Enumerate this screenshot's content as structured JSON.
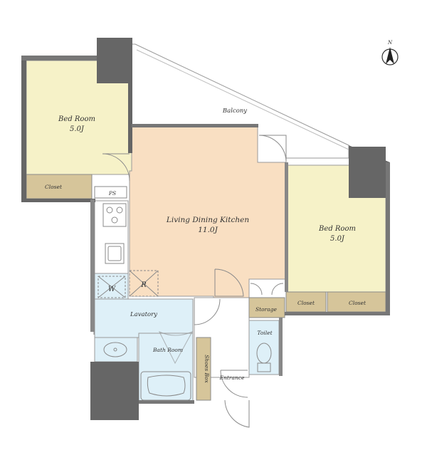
{
  "colors": {
    "bedroom": "#f6f2c8",
    "ldk": "#f9dfc2",
    "wet": "#def0f8",
    "closet": "#d6c59a",
    "wall": "#666666",
    "floor_plain": "#ffffff"
  },
  "compass": {
    "label": "N",
    "icon": "north-arrow-icon"
  },
  "rooms": {
    "bedroom_left": {
      "name": "Bed Room",
      "size": "5.0J"
    },
    "ldk": {
      "name": "Living Dining Kitchen",
      "size": "11.0J"
    },
    "bedroom_right": {
      "name": "Bed Room",
      "size": "5.0J"
    },
    "balcony": {
      "name": "Balcony"
    },
    "lavatory": {
      "name": "Lavatory"
    },
    "bath": {
      "name": "Bath Room"
    },
    "toilet": {
      "name": "Toilet"
    },
    "entrance": {
      "name": "Entrance"
    },
    "storage": {
      "name": "Storage"
    },
    "shoes_box": {
      "name": "Shoes Box"
    },
    "ps": {
      "name": "PS"
    },
    "closet_left": {
      "name": "Closet"
    },
    "closet_right_a": {
      "name": "Closet"
    },
    "closet_right_b": {
      "name": "Closet"
    },
    "washer": {
      "name": "W"
    },
    "refrigerator": {
      "name": "R"
    }
  }
}
